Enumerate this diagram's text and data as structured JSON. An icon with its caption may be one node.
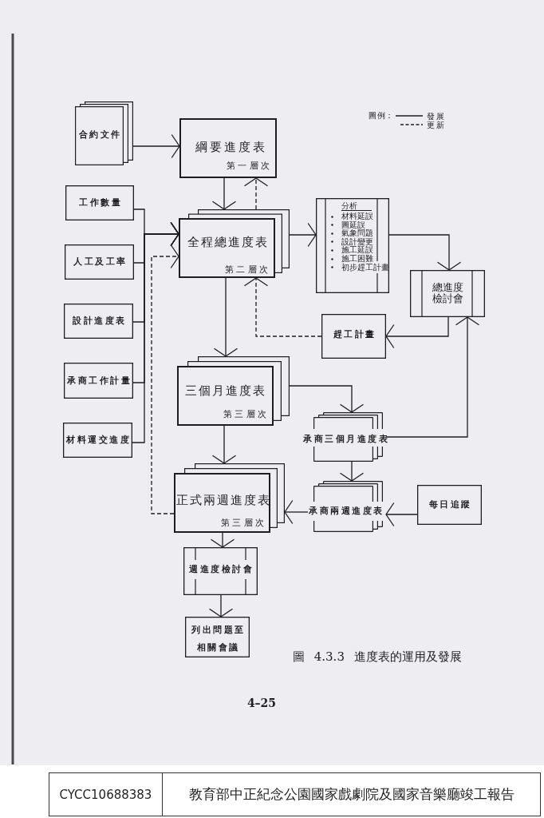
{
  "diagram": {
    "caption": "圖 4.3.3 進度表的運用及發展",
    "nodes": [
      {
        "text": [
          "合約文件"
        ]
      },
      {
        "text": [
          "綱要進度表",
          "第一層次"
        ]
      },
      {
        "text": [
          "工作數量"
        ]
      },
      {
        "text": [
          "全程總進度表",
          "第二層次"
        ]
      },
      {
        "text": [
          "人工及工率"
        ]
      },
      {
        "text": [
          "分析",
          "材料延誤",
          "圖延誤",
          "氣象問題",
          "設計變更",
          "施工延誤",
          "施工困難",
          "初步趕工計畫"
        ]
      },
      {
        "text": [
          "設計進度表"
        ]
      },
      {
        "text": [
          "總進度檢討會"
        ]
      },
      {
        "text": [
          "趕工計畫"
        ]
      },
      {
        "text": [
          "承商工作計量"
        ]
      },
      {
        "text": [
          "三個月進度表",
          "第三層次"
        ]
      },
      {
        "text": [
          "材料運交進度"
        ]
      },
      {
        "text": [
          "承商三個月進度表"
        ]
      },
      {
        "text": [
          "正式兩週進度表",
          "第三層次"
        ]
      },
      {
        "text": [
          "承商兩週進度表"
        ]
      },
      {
        "text": [
          "每日追蹤"
        ]
      },
      {
        "text": [
          "週進度檢討會"
        ]
      },
      {
        "text": [
          "列出問題至相關會議"
        ]
      }
    ],
    "edges": [
      {
        "from": 0,
        "to": 1,
        "arrow": "to"
      },
      {
        "from": 1,
        "to": 3,
        "arrow": "to"
      },
      {
        "from": 3,
        "to": 1,
        "arrow": "to",
        "style": "dashed"
      },
      {
        "from": 2,
        "to": 3,
        "arrow": "to"
      },
      {
        "from": 4,
        "to": 3,
        "arrow": "to"
      },
      {
        "from": 6,
        "to": 3,
        "arrow": "to"
      },
      {
        "from": 9,
        "to": 3,
        "arrow": "to"
      },
      {
        "from": 11,
        "to": 3,
        "arrow": "to"
      },
      {
        "from": 13,
        "to": 3,
        "arrow": "to",
        "style": "dashed"
      },
      {
        "from": 3,
        "to": 5,
        "arrow": "to"
      },
      {
        "from": 5,
        "to": 7,
        "arrow": "to"
      },
      {
        "from": 7,
        "to": 8,
        "arrow": "to"
      },
      {
        "from": 8,
        "to": 3,
        "arrow": "to",
        "style": "dashed"
      },
      {
        "from": 3,
        "to": 10,
        "arrow": "to"
      },
      {
        "from": 10,
        "to": 12,
        "arrow": "to"
      },
      {
        "from": 12,
        "to": 7,
        "arrow": "to"
      },
      {
        "from": 10,
        "to": 13,
        "arrow": "to"
      },
      {
        "from": 12,
        "to": 14,
        "arrow": "to"
      },
      {
        "from": 15,
        "to": 14,
        "arrow": "to"
      },
      {
        "from": 14,
        "to": 13,
        "arrow": "to"
      },
      {
        "from": 13,
        "to": 16,
        "arrow": "to"
      },
      {
        "from": 16,
        "to": 17,
        "arrow": "to"
      }
    ],
    "labels": [
      "圖例：",
      "4–25",
      "CYCC10688383",
      "教育部中正紀念公園國家戲劇院及國家音樂廳竣工報告"
    ],
    "legend": [
      {
        "text": "發展"
      },
      {
        "text": "更新"
      }
    ]
  }
}
